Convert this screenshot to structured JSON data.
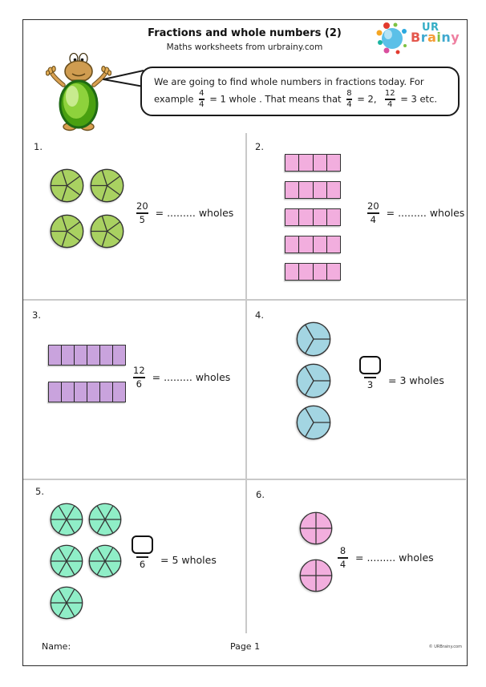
{
  "header": {
    "title": "Fractions and whole numbers (2)",
    "subtitle": "Maths worksheets from urbrainy.com"
  },
  "logo": {
    "ur": "UR",
    "ur_color": "#35aec6",
    "brainy_letters": [
      {
        "ch": "B",
        "color": "#e4574d"
      },
      {
        "ch": "r",
        "color": "#3fa9cf"
      },
      {
        "ch": "a",
        "color": "#f49c36"
      },
      {
        "ch": "i",
        "color": "#7dc242"
      },
      {
        "ch": "n",
        "color": "#3fa9cf"
      },
      {
        "ch": "y",
        "color": "#ee7fa0"
      }
    ],
    "balloon_color": "#5bc0e8",
    "dot_colors": [
      "#e23b2e",
      "#7dc242",
      "#f5a623",
      "#29a8df",
      "#1bb4a1",
      "#d94f9e"
    ]
  },
  "intro": {
    "line1": "We are going to find whole numbers in fractions today. For",
    "line2_prefix": "example",
    "frac1": {
      "num": "4",
      "den": "4"
    },
    "line2_mid1": "= 1 whole . That means that",
    "frac2": {
      "num": "8",
      "den": "4"
    },
    "line2_mid2": "= 2,",
    "frac3": {
      "num": "12",
      "den": "4"
    },
    "line2_suffix": "= 3 etc."
  },
  "questions": [
    {
      "number": "1.",
      "shapes": {
        "type": "circle",
        "count": 4,
        "divisions": 5,
        "color": "#a9d161",
        "stroke": "#333333"
      },
      "fraction": {
        "num": "20",
        "den": "5",
        "box": false
      },
      "answer": "=  ......... wholes"
    },
    {
      "number": "2.",
      "shapes": {
        "type": "strip",
        "count": 5,
        "cells": 4,
        "color": "#f2aede",
        "stroke": "#333333"
      },
      "fraction": {
        "num": "20",
        "den": "4",
        "box": false
      },
      "answer": "=  ......... wholes"
    },
    {
      "number": "3.",
      "shapes": {
        "type": "strip",
        "count": 2,
        "cells": 6,
        "color": "#c9a3dd",
        "stroke": "#333333"
      },
      "fraction": {
        "num": "12",
        "den": "6",
        "box": false
      },
      "answer": "=  ......... wholes"
    },
    {
      "number": "4.",
      "shapes": {
        "type": "circle",
        "count": 3,
        "divisions": 3,
        "color": "#a3d5e2",
        "stroke": "#333333"
      },
      "fraction": {
        "num": "",
        "den": "3",
        "box": true
      },
      "answer": "= 3 wholes"
    },
    {
      "number": "5.",
      "shapes": {
        "type": "circle",
        "count": 5,
        "divisions": 6,
        "color": "#8feec7",
        "stroke": "#333333"
      },
      "fraction": {
        "num": "",
        "den": "6",
        "box": true
      },
      "answer": "= 5 wholes"
    },
    {
      "number": "6.",
      "shapes": {
        "type": "circle",
        "count": 2,
        "divisions": 4,
        "color": "#f2aede",
        "stroke": "#333333"
      },
      "fraction": {
        "num": "8",
        "den": "4",
        "box": false
      },
      "answer": "=  ......... wholes"
    }
  ],
  "footer": {
    "name_label": "Name:",
    "page_label": "Page 1",
    "copyright": "© URBrainy.com"
  }
}
